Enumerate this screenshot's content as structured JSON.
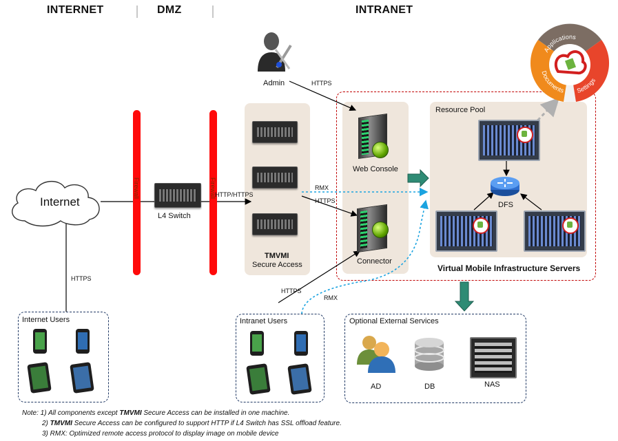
{
  "zones": {
    "internet": "INTERNET",
    "dmz": "DMZ",
    "intranet": "INTRANET"
  },
  "nodes": {
    "internet_cloud": "Internet",
    "l4_switch": "L4 Switch",
    "firewall": "Firewall",
    "secure_access_line1": "TMVMI",
    "secure_access_line2": "Secure Access",
    "admin": "Admin",
    "web_console": "Web Console",
    "connector": "Connector",
    "resource_pool": "Resource Pool",
    "dfs": "DFS",
    "vmi_servers": "Virtual Mobile Infrastructure Servers",
    "internet_users": "Internet Users",
    "intranet_users": "Intranet Users",
    "external_services": "Optional External Services",
    "ad": "AD",
    "db": "DB",
    "nas": "NAS"
  },
  "protocols": {
    "https_admin": "HTTPS",
    "http_https": "HTTP/HTTPS",
    "rmx_top": "RMX",
    "https_connector": "HTTPS",
    "https_internet_users": "HTTPS",
    "https_intranet_users": "HTTPS",
    "rmx_intranet_users": "RMX"
  },
  "app_ring": {
    "applications": "Applications",
    "documents": "Documents",
    "settings": "Settings"
  },
  "notes": {
    "n1_prefix": "Note: 1) All components except ",
    "n1_brand": "TMVMI",
    "n1_suffix": " Secure Access can be installed in one machine.",
    "n2_prefix": "2) ",
    "n2_brand": "TMVMI",
    "n2_suffix": " Secure Access can be configured to support HTTP  if L4 Switch has SSL offload feature.",
    "n3": "3) RMX: Optimized remote access protocol to display image on mobile device"
  },
  "colors": {
    "firewall": "#ff0a0a",
    "intranet_border": "#c00000",
    "users_border": "#1f3864",
    "rmx_line": "#1aa3e0",
    "panel": "#efe6dc",
    "arrow_teal": "#2e8b74"
  }
}
